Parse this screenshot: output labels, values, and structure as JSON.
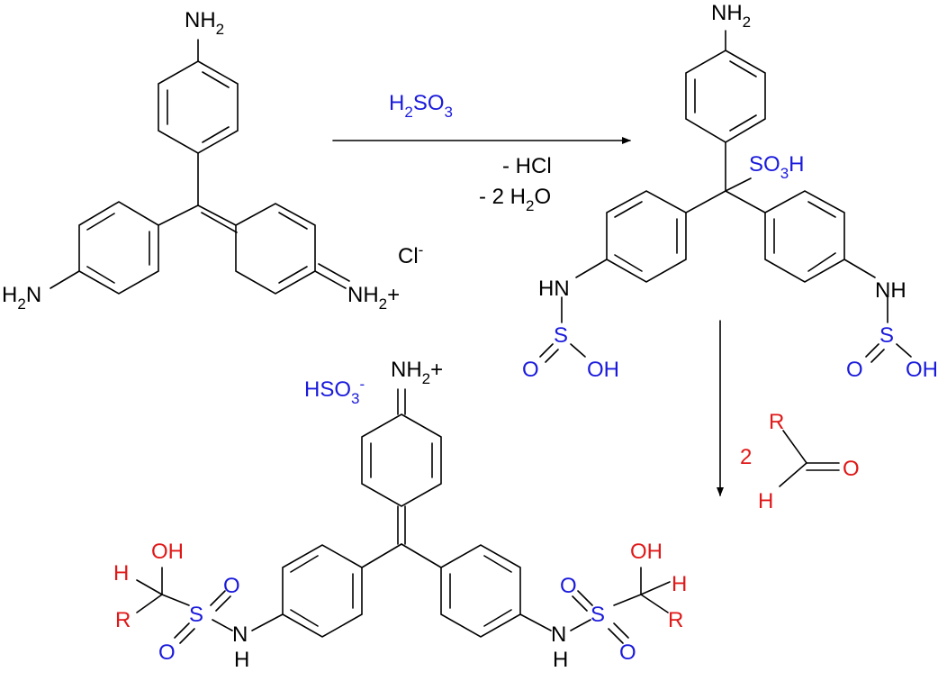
{
  "colors": {
    "black": "#000000",
    "blue": "#1a1adc",
    "red": "#e01818"
  },
  "reaction_conditions": {
    "reagent": {
      "main": "H",
      "sub1": "2",
      "mid": "SO",
      "sub2": "3"
    },
    "byproduct_hcl": "- HCl",
    "byproduct_water": {
      "main": "- 2 H",
      "sub": "2",
      "tail": "O"
    },
    "coefficient": "2"
  },
  "molecule_1": {
    "top_amine": {
      "main": "NH",
      "sub": "2"
    },
    "left_amine": {
      "main": "H",
      "sub": "2",
      "tail": "N"
    },
    "iminium": {
      "main": "NH",
      "sub": "2",
      "tail": "+"
    },
    "counterion": "Cl",
    "counterion_charge": "-"
  },
  "molecule_2": {
    "top_amine": {
      "main": "NH",
      "sub": "2"
    },
    "sulfonic": {
      "main": "SO",
      "sub": "3",
      "tail": "H"
    },
    "left_nh": "HN",
    "left_s": "S",
    "left_o": "O",
    "left_oh": "OH",
    "right_nh": "NH",
    "right_s": "S",
    "right_o": "O",
    "right_oh": "OH"
  },
  "aldehyde": {
    "r": "R",
    "o": "O",
    "h": "H"
  },
  "molecule_3": {
    "counterion": "HSO",
    "counterion_sub": "3",
    "counterion_charge": "-",
    "iminium": {
      "main": "NH",
      "sub": "2",
      "tail": "+"
    },
    "left_oh": "OH",
    "left_h": "H",
    "left_r": "R",
    "left_s": "S",
    "left_o_top": "O",
    "left_o_bottom": "O",
    "left_nh_n": "N",
    "left_nh_h": "H",
    "right_oh": "OH",
    "right_h": "H",
    "right_r": "R",
    "right_s": "S",
    "right_o_top": "O",
    "right_o_bottom": "O",
    "right_nh_n": "N",
    "right_nh_h": "H"
  }
}
